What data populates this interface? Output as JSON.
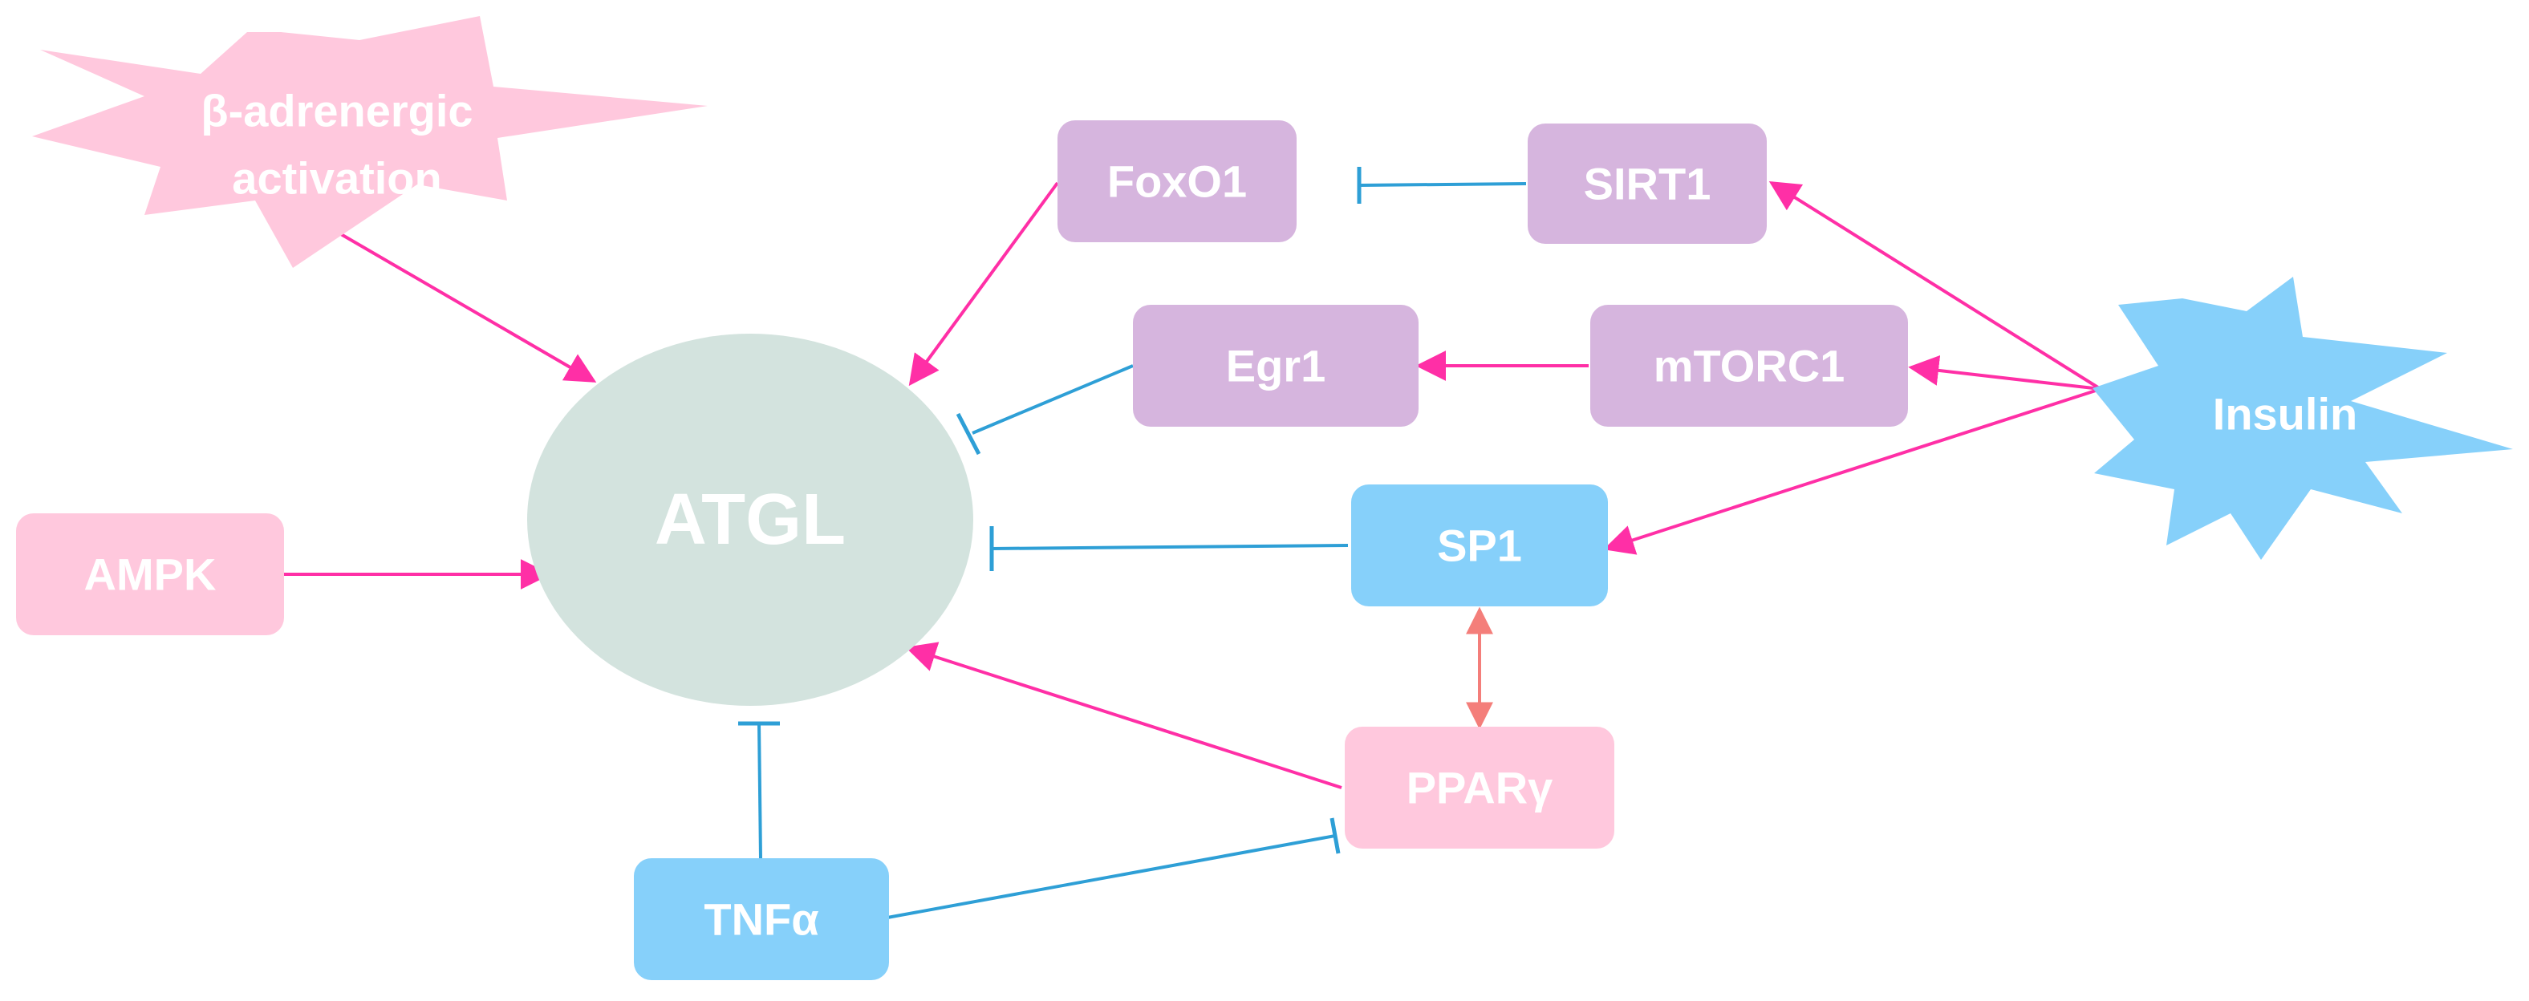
{
  "colors": {
    "activator_arrow": "#FF2FA6",
    "inhibitor_line": "#2E9FD6",
    "interaction_arrow": "#F47E7A",
    "atgl_fill": "#D3E3DE",
    "purple_box": "#D6B5DE",
    "pink_box": "#FFC8DD",
    "blue_box": "#86D0FA",
    "text": "#FFFFFF"
  },
  "nodes": {
    "beta_adrenergic": {
      "line1": "β-adrenergic",
      "line2": "activation",
      "shape": "starburst"
    },
    "atgl": {
      "label": "ATGL",
      "shape": "ellipse"
    },
    "ampk": {
      "label": "AMPK"
    },
    "foxo1": {
      "label": "FoxO1"
    },
    "sirt1": {
      "label": "SIRT1"
    },
    "egr1": {
      "label": "Egr1"
    },
    "mtorc1": {
      "label": "mTORC1"
    },
    "sp1": {
      "label": "SP1"
    },
    "insulin": {
      "label": "Insulin",
      "shape": "starburst"
    },
    "ppar_gamma": {
      "label": "PPARγ"
    },
    "tnf_alpha": {
      "label": "TNFα"
    }
  },
  "edges": [
    {
      "from": "β-adrenergic activation",
      "to": "ATGL",
      "type": "activation"
    },
    {
      "from": "FoxO1",
      "to": "ATGL",
      "type": "activation"
    },
    {
      "from": "SIRT1",
      "to": "FoxO1",
      "type": "inhibition"
    },
    {
      "from": "Insulin",
      "to": "SIRT1",
      "type": "activation"
    },
    {
      "from": "Insulin",
      "to": "mTORC1",
      "type": "activation"
    },
    {
      "from": "mTORC1",
      "to": "Egr1",
      "type": "activation"
    },
    {
      "from": "Egr1",
      "to": "ATGL",
      "type": "inhibition"
    },
    {
      "from": "Insulin",
      "to": "SP1",
      "type": "activation"
    },
    {
      "from": "SP1",
      "to": "ATGL",
      "type": "inhibition"
    },
    {
      "from": "SP1",
      "to": "PPARγ",
      "type": "bidirectional"
    },
    {
      "from": "PPARγ",
      "to": "ATGL",
      "type": "activation"
    },
    {
      "from": "AMPK",
      "to": "ATGL",
      "type": "activation"
    },
    {
      "from": "TNFα",
      "to": "ATGL",
      "type": "inhibition"
    },
    {
      "from": "TNFα",
      "to": "PPARγ",
      "type": "inhibition"
    }
  ]
}
